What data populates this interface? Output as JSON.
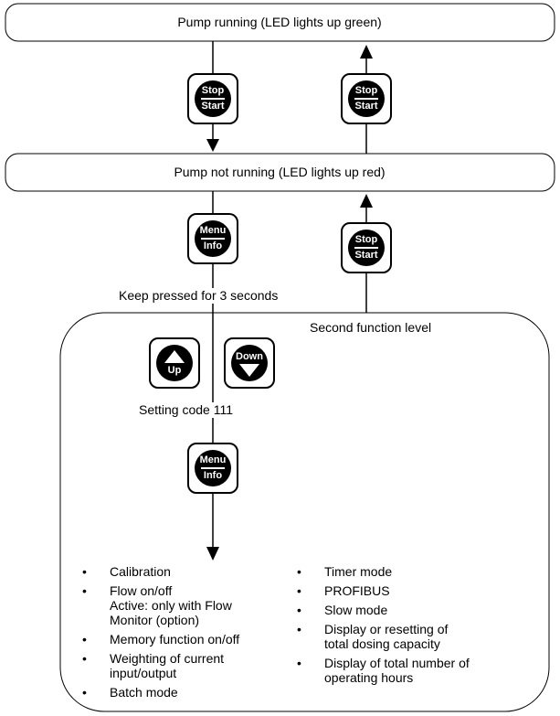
{
  "states": {
    "running": "Pump running (LED lights up green)",
    "not_running": "Pump not running (LED lights up red)"
  },
  "buttons": {
    "stop_start": {
      "top": "Stop",
      "bottom": "Start"
    },
    "menu_info": {
      "top": "Menu",
      "bottom": "Info"
    },
    "up": "Up",
    "down": "Down"
  },
  "labels": {
    "keep_pressed": "Keep pressed for 3 seconds",
    "second_level": "Second function level",
    "setting_code": "Setting code 111"
  },
  "functions_left": [
    {
      "line1": "Calibration"
    },
    {
      "line1": "Flow on/off",
      "line2": "Active: only with Flow",
      "line3": "Monitor (option)"
    },
    {
      "line1": "Memory function on/off"
    },
    {
      "line1": "Weighting of current",
      "line2": "input/output"
    },
    {
      "line1": "Batch mode"
    }
  ],
  "functions_right": [
    {
      "line1": "Timer mode"
    },
    {
      "line1": "PROFIBUS"
    },
    {
      "line1": "Slow mode"
    },
    {
      "line1": "Display or resetting of",
      "line2": "total dosing capacity"
    },
    {
      "line1": "Display of total number of",
      "line2": "operating hours"
    }
  ]
}
